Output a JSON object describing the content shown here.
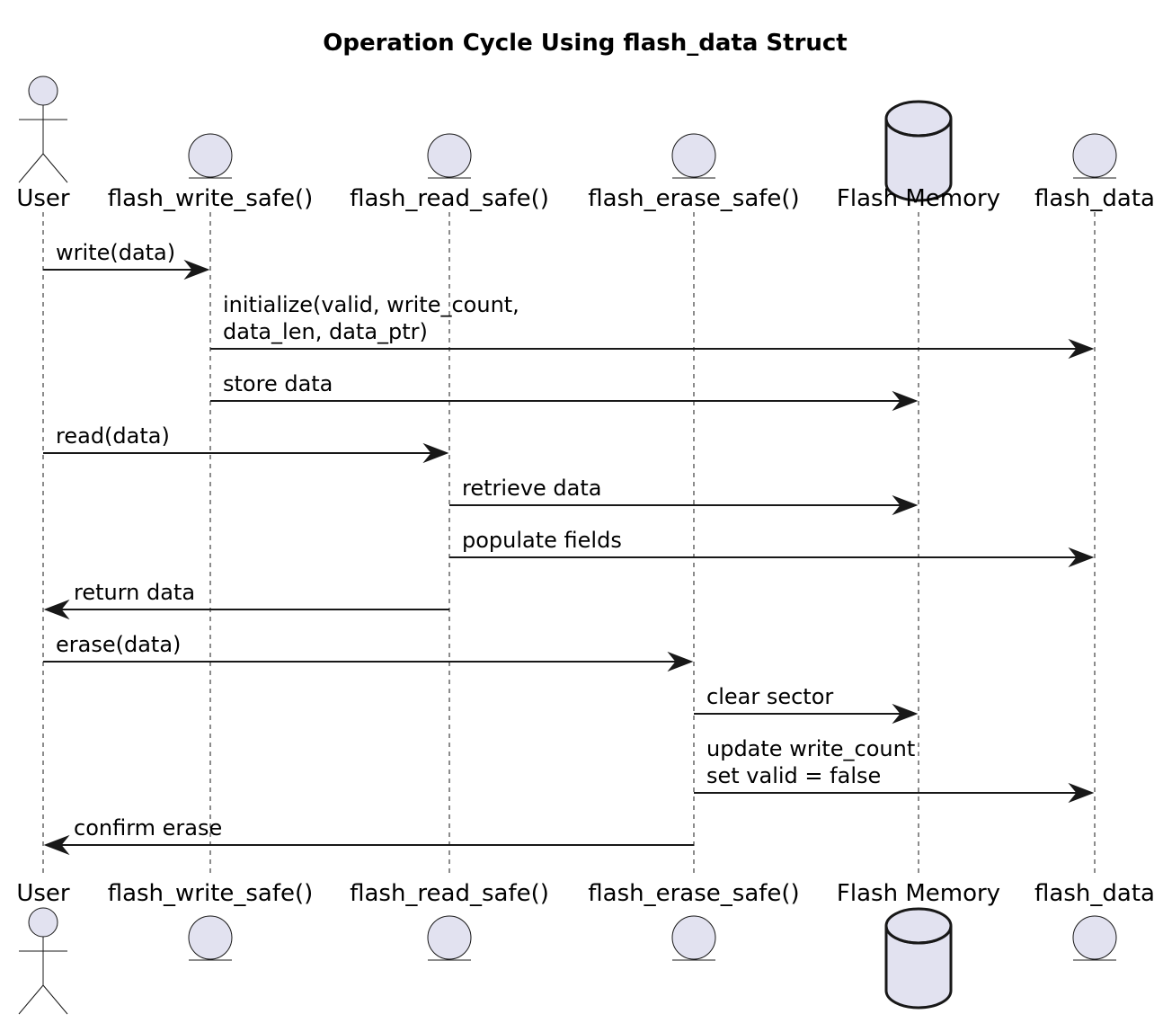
{
  "diagram": {
    "title": "Operation Cycle Using flash_data Struct",
    "colors": {
      "icon_fill": "#E2E2F0",
      "stroke": "#181818",
      "background": "#FFFFFF"
    },
    "participants": [
      {
        "id": "user",
        "label": "User",
        "kind": "actor",
        "icon": "actor-icon"
      },
      {
        "id": "write",
        "label": "flash_write_safe()",
        "kind": "entity",
        "icon": "entity-icon"
      },
      {
        "id": "read",
        "label": "flash_read_safe()",
        "kind": "entity",
        "icon": "entity-icon"
      },
      {
        "id": "erase",
        "label": "flash_erase_safe()",
        "kind": "entity",
        "icon": "entity-icon"
      },
      {
        "id": "flash",
        "label": "Flash Memory",
        "kind": "database",
        "icon": "database-icon"
      },
      {
        "id": "data",
        "label": "flash_data",
        "kind": "entity",
        "icon": "entity-icon"
      }
    ],
    "messages": [
      {
        "from": "user",
        "to": "write",
        "lines": [
          "write(data)"
        ]
      },
      {
        "from": "write",
        "to": "data",
        "lines": [
          "initialize(valid, write_count,",
          "data_len, data_ptr)"
        ]
      },
      {
        "from": "write",
        "to": "flash",
        "lines": [
          "store data"
        ]
      },
      {
        "from": "user",
        "to": "read",
        "lines": [
          "read(data)"
        ]
      },
      {
        "from": "read",
        "to": "flash",
        "lines": [
          "retrieve data"
        ]
      },
      {
        "from": "read",
        "to": "data",
        "lines": [
          "populate fields"
        ]
      },
      {
        "from": "read",
        "to": "user",
        "lines": [
          "return data"
        ]
      },
      {
        "from": "user",
        "to": "erase",
        "lines": [
          "erase(data)"
        ]
      },
      {
        "from": "erase",
        "to": "flash",
        "lines": [
          "clear sector"
        ]
      },
      {
        "from": "erase",
        "to": "data",
        "lines": [
          "update write_count",
          "set valid = false"
        ]
      },
      {
        "from": "erase",
        "to": "user",
        "lines": [
          "confirm erase"
        ]
      }
    ]
  }
}
